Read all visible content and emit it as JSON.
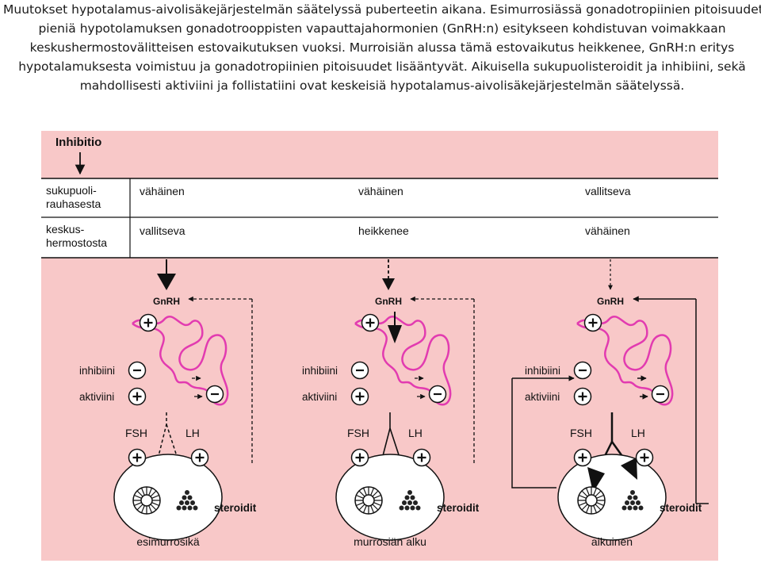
{
  "caption": {
    "lines": [
      "Muutokset hypotalamus-aivolisäkejärjestelmän säätelyssä puberteetin aikana. Esimurrosiässä gonadotropiinien pitoisuudet ovat",
      "pieniä hypotolamuksen gonadotrooppisten vapauttajahormonien (GnRH:n) esitykseen kohdistuvan voimakkaan",
      "keskushermostovälitteisen estovaikutuksen vuoksi. Murroisiän alussa tämä estovaikutus heikkenee, GnRH:n eritys",
      "hypotalamuksesta voimistuu ja gonadotropiinien pitoisuudet lisääntyvät. Aikuisella sukupuolisteroidit ja inhibiini, sekä",
      "mahdollisesti aktiviini ja follistatiini ovat keskeisiä hypotalamus-aivolisäkejärjestelmän säätelyssä."
    ]
  },
  "diagram": {
    "title": "Inhibitio",
    "row_labels": {
      "gonad_line1": "sukupuoli-",
      "gonad_line2": "rauhasesta",
      "cns_line1": "keskus-",
      "cns_line2": "hermostosta"
    },
    "columns": [
      {
        "gonad": "vähäinen",
        "cns": "vallitseva",
        "stage": "esimurrosikä"
      },
      {
        "gonad": "vähäinen",
        "cns": "heikkenee",
        "stage": "murrosiän alku"
      },
      {
        "gonad": "vallitseva",
        "cns": "vähäinen",
        "stage": "aikuinen"
      }
    ],
    "labels": {
      "gnrh": "GnRH",
      "inhibin": "inhibiini",
      "activin": "aktiviini",
      "fsh": "FSH",
      "lh": "LH",
      "steroids": "steroidit",
      "plus": "+",
      "minus": "-"
    },
    "colors": {
      "panel_bg": "#f8c8c8",
      "table_bg": "#ffffff",
      "gland": "#e23bb0",
      "gonad_fill": "#ffffff",
      "ink": "#111111"
    }
  }
}
